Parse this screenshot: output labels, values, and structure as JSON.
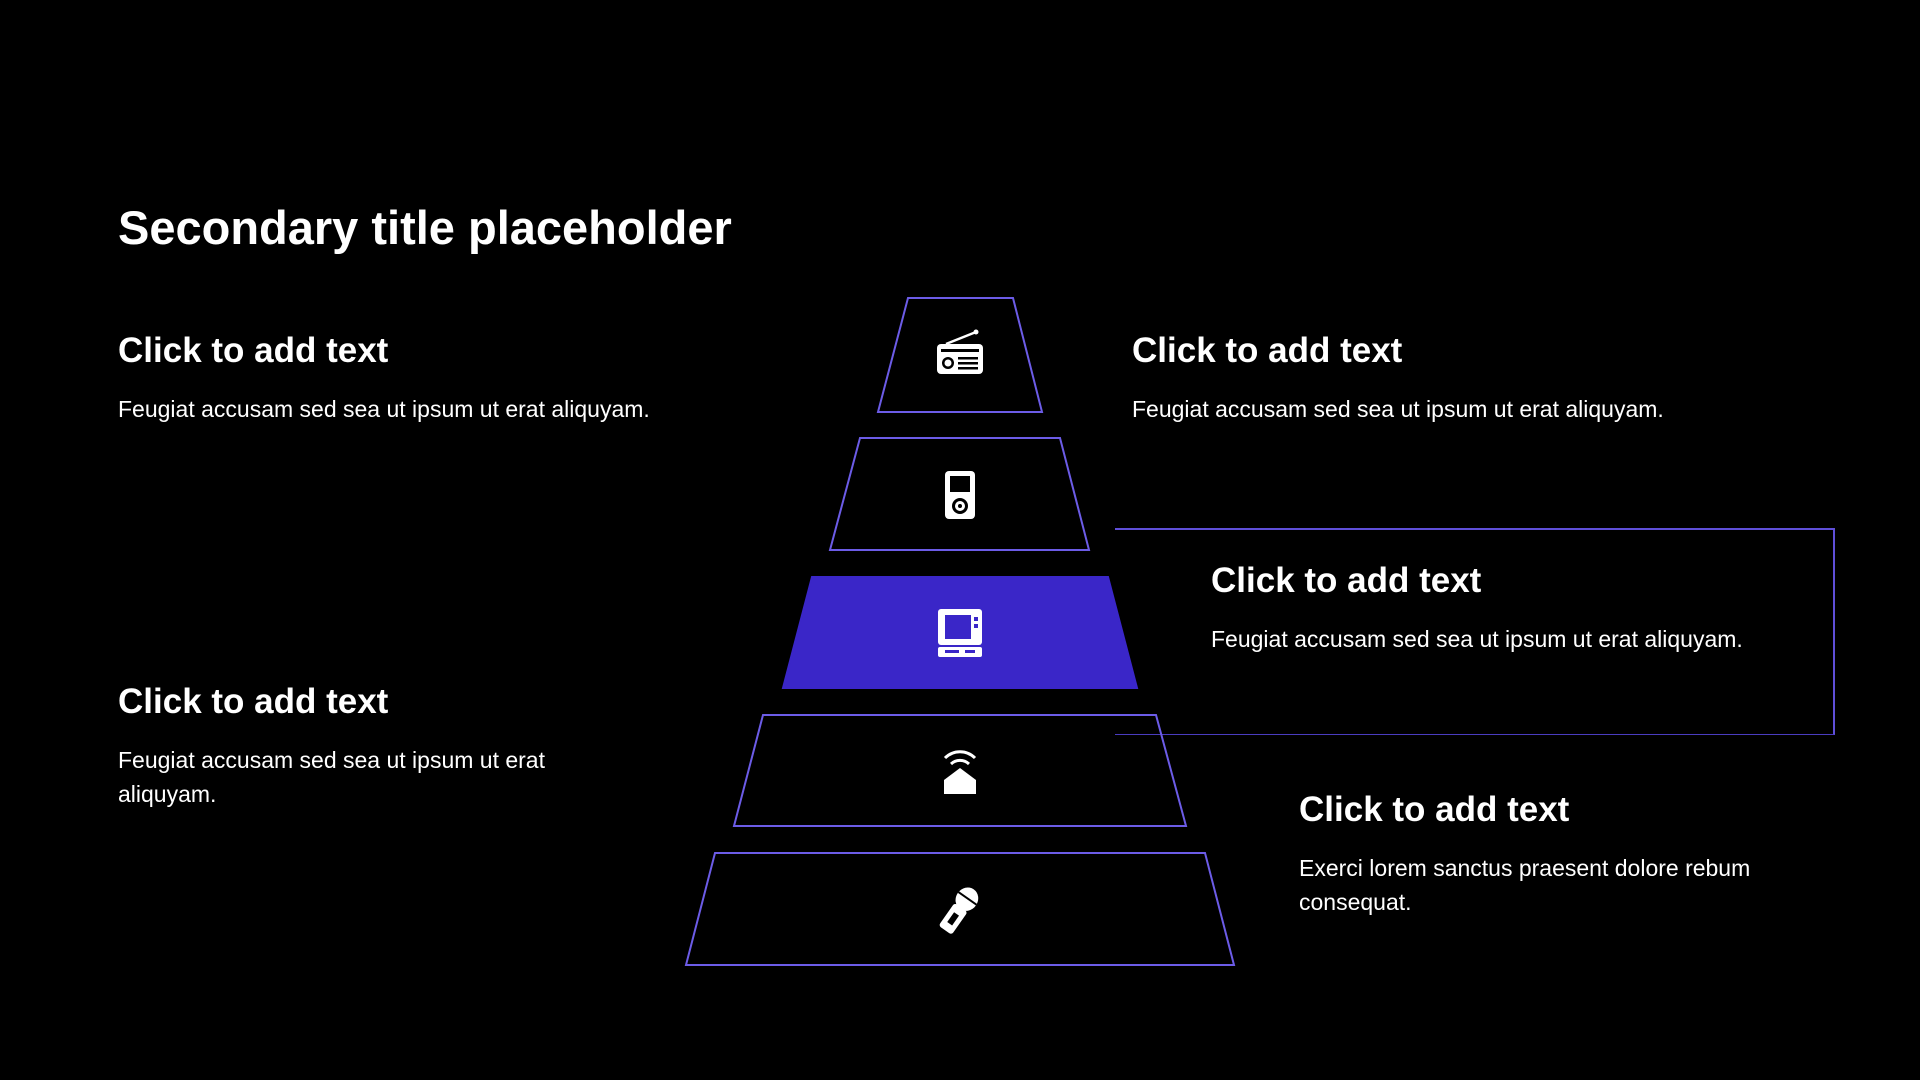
{
  "title": "Secondary title placeholder",
  "colors": {
    "accent": "#3a26c8",
    "outline": "#6c5ce7",
    "background": "#000000",
    "text": "#ffffff"
  },
  "blocks": [
    {
      "heading": "Click to add text",
      "body": "Feugiat accusam sed sea ut ipsum ut erat aliquyam."
    },
    {
      "heading": "Click to add text",
      "body": "Feugiat accusam sed sea ut ipsum ut erat aliquyam."
    },
    {
      "heading": "Click to add text",
      "body": "Feugiat accusam sed sea ut ipsum ut erat aliquyam."
    },
    {
      "heading": "Click to add text",
      "body": "Feugiat accusam sed sea ut ipsum ut erat aliquyam."
    },
    {
      "heading": "Click to add text",
      "body": "Exerci lorem sanctus praesent dolore rebum consequat."
    }
  ],
  "pyramid": {
    "tiers": [
      {
        "icon": "radio-icon",
        "highlighted": false
      },
      {
        "icon": "music-player-icon",
        "highlighted": false
      },
      {
        "icon": "computer-icon",
        "highlighted": true
      },
      {
        "icon": "smart-home-icon",
        "highlighted": false
      },
      {
        "icon": "microphone-icon",
        "highlighted": false
      }
    ]
  }
}
